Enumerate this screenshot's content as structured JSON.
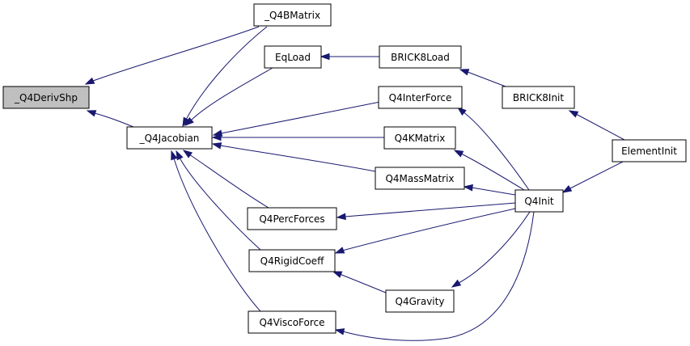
{
  "colors": {
    "node_fill": "#ffffff",
    "highlight_fill": "#bfbfbf",
    "edge": "#191970",
    "border": "#000000"
  },
  "nodes": {
    "q4derivshp": "_Q4DerivShp",
    "q4bmatrix": "_Q4BMatrix",
    "q4jacobian": "_Q4Jacobian",
    "eqload": "EqLoad",
    "brick8load": "BRICK8Load",
    "q4interforce": "Q4InterForce",
    "brick8init": "BRICK8Init",
    "q4kmatrix": "Q4KMatrix",
    "elementinit": "ElementInit",
    "q4massmatrix": "Q4MassMatrix",
    "q4init": "Q4Init",
    "q4percforces": "Q4PercForces",
    "q4rigidcoeff": "Q4RigidCoeff",
    "q4gravity": "Q4Gravity",
    "q4viscoforce": "Q4ViscoForce"
  },
  "highlighted_node": "q4derivshp",
  "edges": [
    {
      "from": "q4bmatrix",
      "to": "q4derivshp"
    },
    {
      "from": "q4jacobian",
      "to": "q4derivshp"
    },
    {
      "from": "q4bmatrix",
      "to": "q4jacobian"
    },
    {
      "from": "eqload",
      "to": "q4jacobian"
    },
    {
      "from": "q4interforce",
      "to": "q4jacobian"
    },
    {
      "from": "q4kmatrix",
      "to": "q4jacobian"
    },
    {
      "from": "q4massmatrix",
      "to": "q4jacobian"
    },
    {
      "from": "q4percforces",
      "to": "q4jacobian"
    },
    {
      "from": "q4rigidcoeff",
      "to": "q4jacobian"
    },
    {
      "from": "q4viscoforce",
      "to": "q4jacobian"
    },
    {
      "from": "brick8load",
      "to": "eqload"
    },
    {
      "from": "brick8init",
      "to": "brick8load"
    },
    {
      "from": "elementinit",
      "to": "brick8init"
    },
    {
      "from": "q4init",
      "to": "q4interforce"
    },
    {
      "from": "q4init",
      "to": "q4kmatrix"
    },
    {
      "from": "q4init",
      "to": "q4massmatrix"
    },
    {
      "from": "q4init",
      "to": "q4percforces"
    },
    {
      "from": "q4init",
      "to": "q4rigidcoeff"
    },
    {
      "from": "q4init",
      "to": "q4gravity"
    },
    {
      "from": "q4init",
      "to": "q4viscoforce"
    },
    {
      "from": "q4gravity",
      "to": "q4rigidcoeff"
    },
    {
      "from": "elementinit",
      "to": "q4init"
    }
  ]
}
